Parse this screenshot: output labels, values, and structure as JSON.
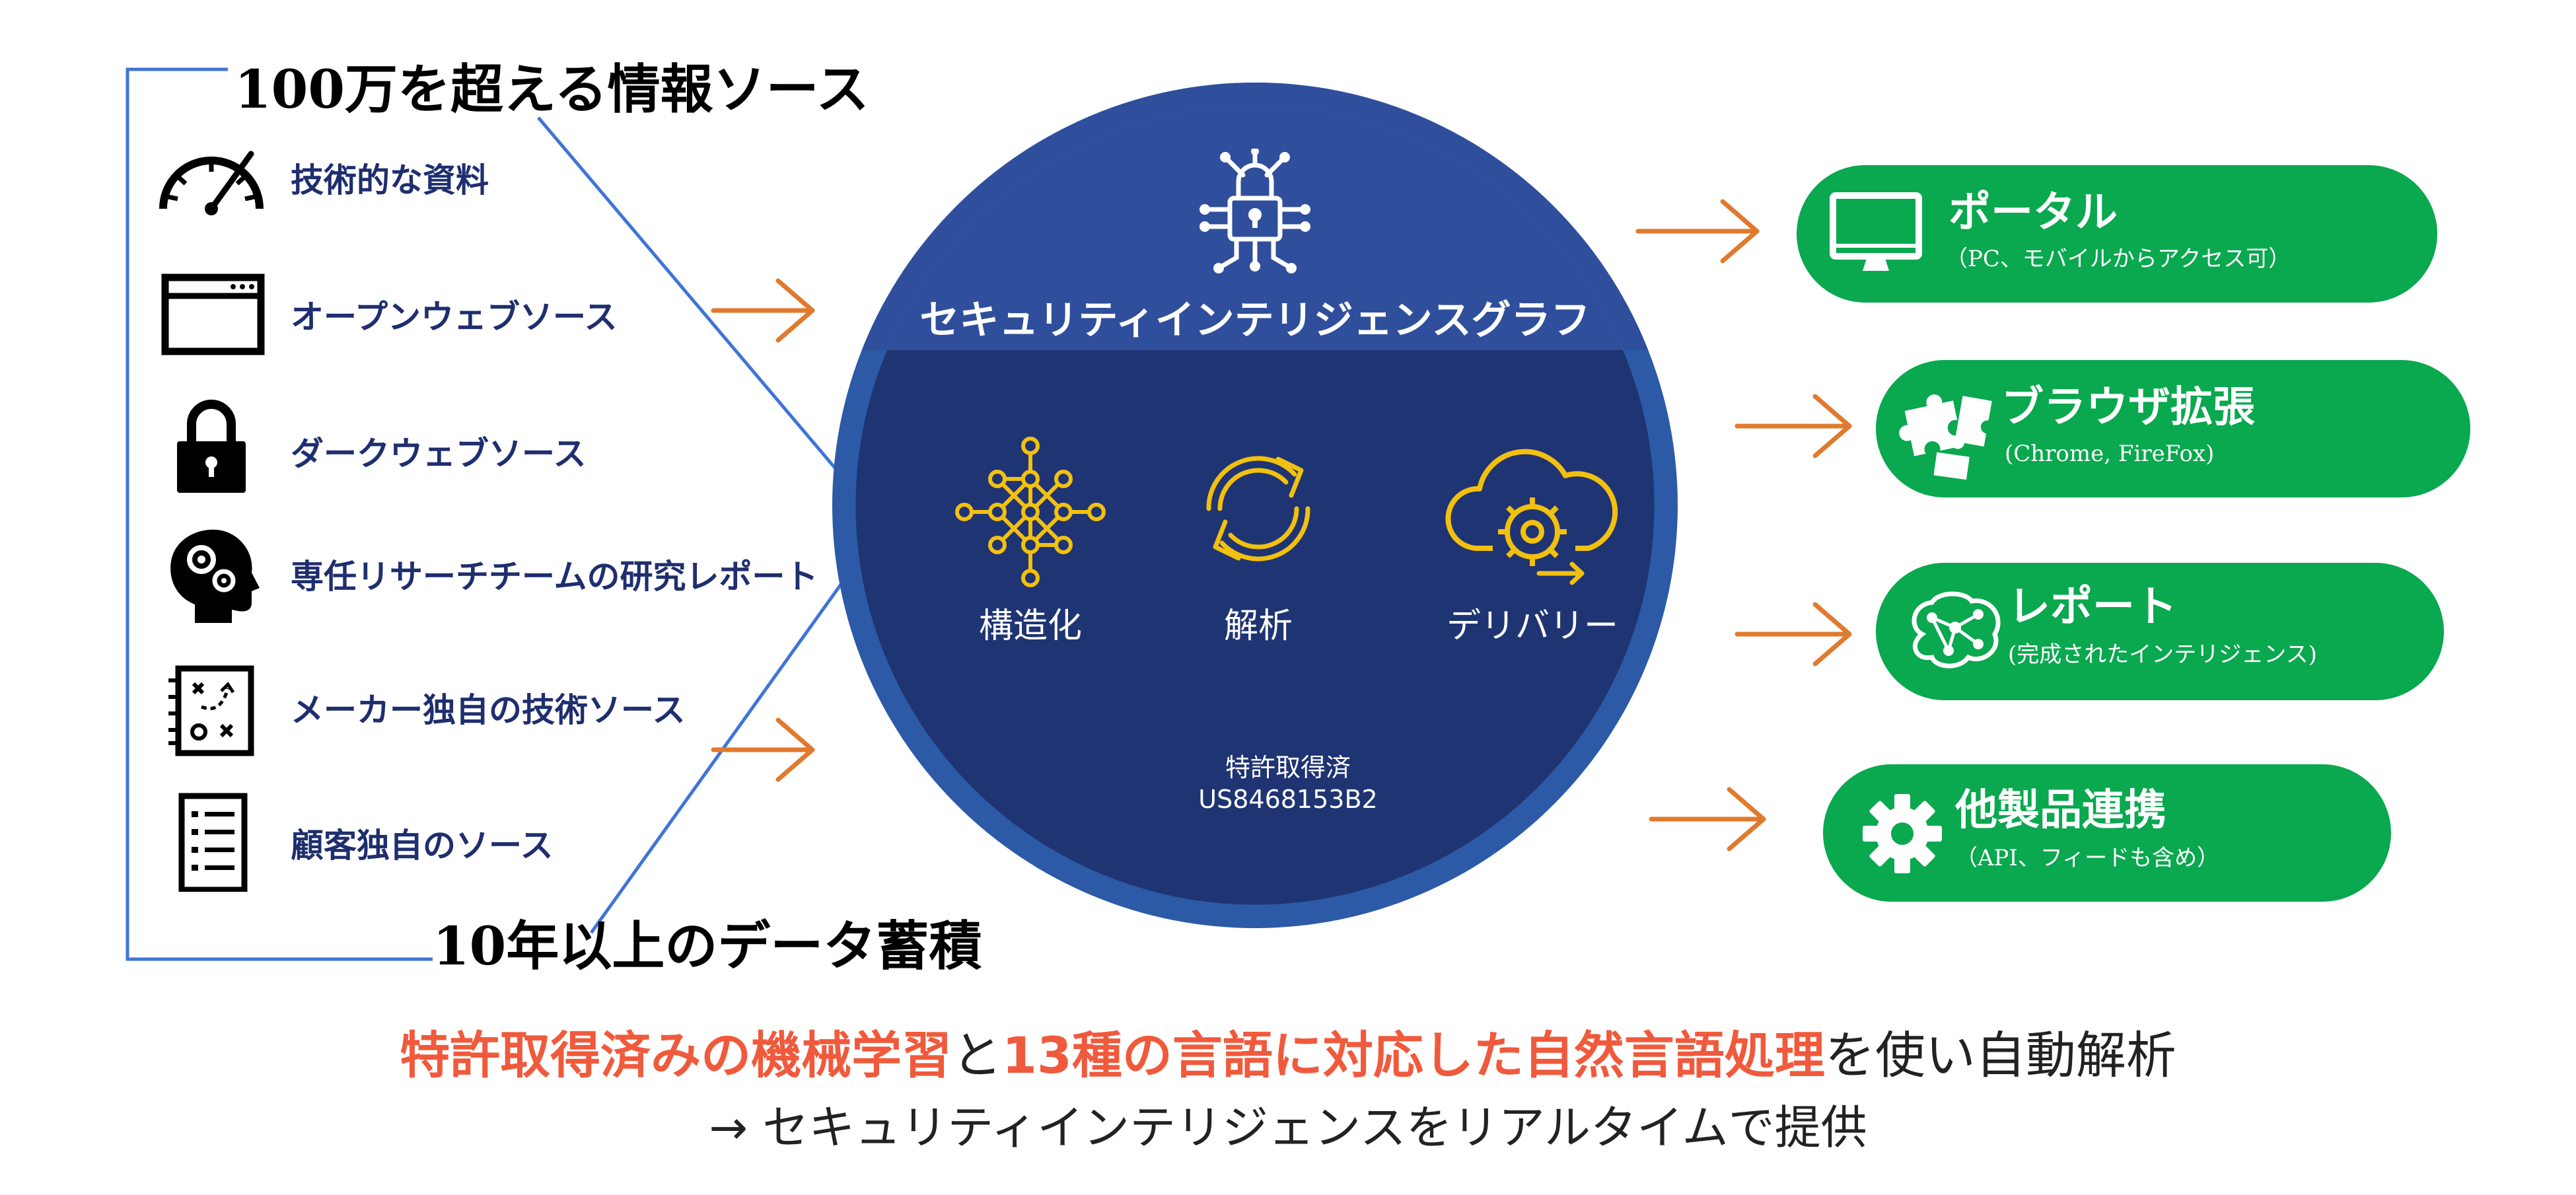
{
  "sources": {
    "heading_top": "100万を超える情報ソース",
    "heading_bottom": "10年以上のデータ蓄積",
    "items": [
      {
        "label": "技術的な資料",
        "icon": "speedometer-icon"
      },
      {
        "label": "オープンウェブソース",
        "icon": "browser-window-icon"
      },
      {
        "label": "ダークウェブソース",
        "icon": "padlock-icon"
      },
      {
        "label": "専任リサーチチームの研究レポート",
        "icon": "head-gears-icon"
      },
      {
        "label": "メーカー独自の技術ソース",
        "icon": "strategy-board-icon"
      },
      {
        "label": "顧客独自のソース",
        "icon": "checklist-icon"
      }
    ]
  },
  "graph": {
    "title": "セキュリティインテリジェンスグラフ",
    "icon": "circuit-lock-icon",
    "steps": [
      {
        "label": "構造化",
        "icon": "network-graph-icon"
      },
      {
        "label": "解析",
        "icon": "refresh-arrows-icon"
      },
      {
        "label": "デリバリー",
        "icon": "cloud-gear-icon"
      }
    ],
    "patent_label": "特許取得済",
    "patent_number": "US8468153B2"
  },
  "outputs": [
    {
      "title": "ポータル",
      "subtitle": "（PC、モバイルからアクセス可）",
      "icon": "monitor-icon"
    },
    {
      "title": "ブラウザ拡張",
      "subtitle": "(Chrome, FireFox)",
      "icon": "puzzle-icon"
    },
    {
      "title": "レポート",
      "subtitle": "(完成されたインテリジェンス)",
      "icon": "brain-network-icon"
    },
    {
      "title": "他製品連携",
      "subtitle": "（API、フィードも含め）",
      "icon": "gear-icon"
    }
  ],
  "bottom": {
    "line1_part1": "特許取得済みの機械学習",
    "line1_part2": "と",
    "line1_part3": "13種の言語に対応した自然言語処理",
    "line1_part4": "を使い自動解析",
    "line2": "→ セキュリティインテリジェンスをリアルタイムで提供"
  },
  "colors": {
    "navy_text": "#1f2e6e",
    "circle_outer": "#2c5aa6",
    "circle_inner": "#1f3473",
    "circle_top": "#2f4f9c",
    "accent_yellow": "#f2c00f",
    "arrow_orange": "#e07a2e",
    "bracket_blue": "#3f74d9",
    "pill_green": "#0aa84f",
    "highlight_orange": "#f05a3c"
  }
}
